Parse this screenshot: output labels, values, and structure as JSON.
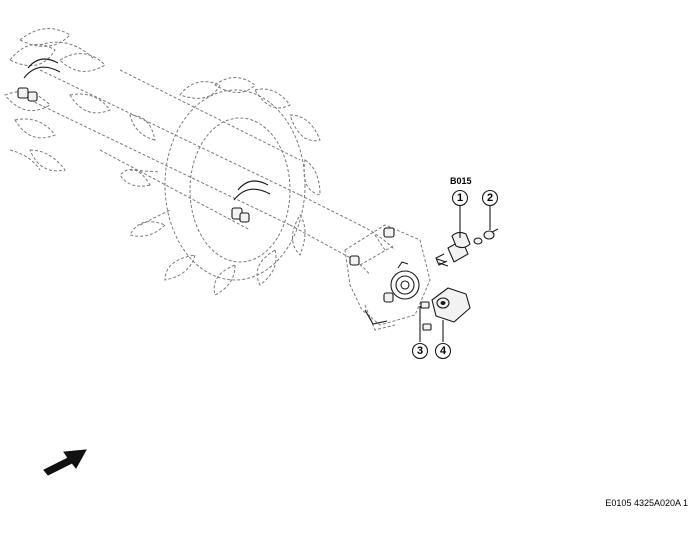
{
  "diagram": {
    "part_label": "B015",
    "callouts": [
      "1",
      "2",
      "3",
      "4"
    ],
    "figure_code": "E0105 4325A020A 1"
  },
  "icons": {
    "direction_arrow": "forward-direction-arrow-icon"
  },
  "colors": {
    "line": "#1a1a1a",
    "ghost_line": "#7a7a7a",
    "background": "#ffffff"
  }
}
